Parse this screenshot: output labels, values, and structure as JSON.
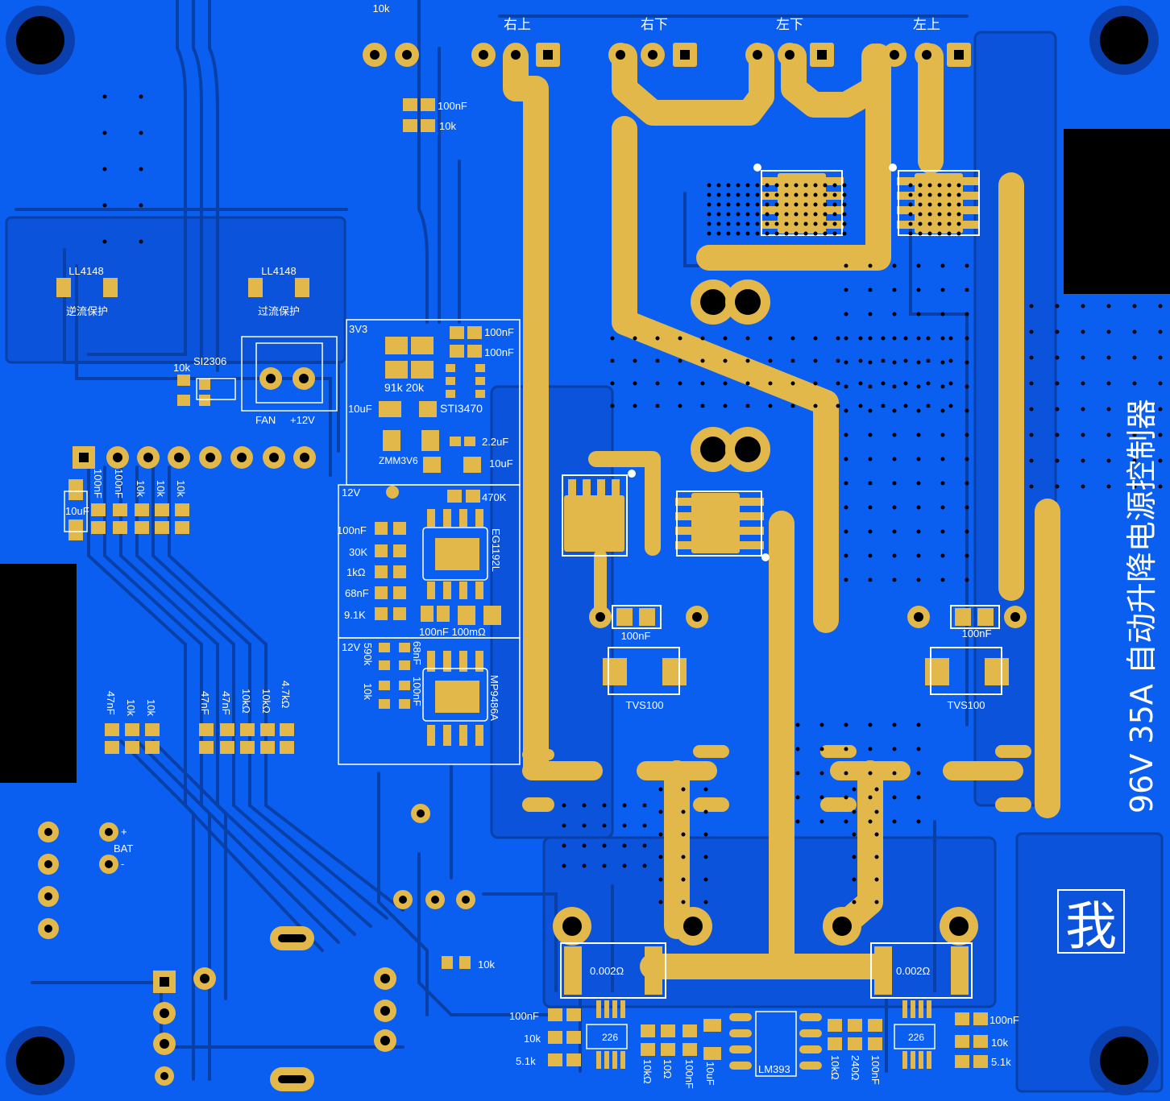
{
  "colors": {
    "board": "#0a5ef0",
    "board_dark": "#0a3fb0",
    "trace": "#0840a8",
    "copper": "#e2b84b",
    "silk": "#ffffff",
    "background": "#000000"
  },
  "title": "96V 35A 自动升降电源控制器",
  "logo_char": "我",
  "outputs": [
    "右上",
    "右下",
    "左下",
    "左上"
  ],
  "top_resistor": "10k",
  "diodes": [
    {
      "part": "LL4148",
      "note": "逆流保护"
    },
    {
      "part": "LL4148",
      "note": "过流保护"
    }
  ],
  "fan": {
    "mosfet": "SI2306",
    "resistor": "10k",
    "label_fan": "FAN",
    "label_v": "+12V"
  },
  "top_caps": [
    "100nF",
    "10k"
  ],
  "section_3v3": {
    "name": "3V3",
    "caps": [
      "100nF",
      "100nF"
    ],
    "resistors": "91k 20k",
    "ic": "STI3470",
    "cap_in": "10uF",
    "zener": "ZMM3V6",
    "cap_a": "2.2uF",
    "cap_b": "10uF"
  },
  "section_12v_a": {
    "name": "12V",
    "r_top": "470K",
    "ic": "EG1192L",
    "parts": [
      "100nF",
      "30K",
      "1kΩ",
      "68nF",
      "9.1K"
    ],
    "bottom": "100nF 100mΩ"
  },
  "section_12v_b": {
    "name": "12V",
    "r1": "590k",
    "r2": "10k",
    "c1": "68nF",
    "c2": "100nF",
    "ic": "MP9486A"
  },
  "left_group": {
    "cap": "10uF",
    "values": [
      "100nF",
      "100nF",
      "10k",
      "10k",
      "10k"
    ]
  },
  "group_a": [
    "47nF",
    "10k",
    "10k"
  ],
  "group_b": [
    "47nF",
    "47nF",
    "10kΩ",
    "10kΩ",
    "4.7kΩ"
  ],
  "battery": {
    "label": "BAT",
    "plus": "+",
    "minus": "-"
  },
  "tvs": [
    {
      "part": "TVS100",
      "cap": "100nF"
    },
    {
      "part": "TVS100",
      "cap": "100nF"
    }
  ],
  "shunts": [
    "0.002Ω",
    "0.002Ω"
  ],
  "r_10k_mid": "10k",
  "bottom_left": [
    "100nF",
    "10k",
    "5.1k"
  ],
  "bottom_right": [
    "100nF",
    "10k",
    "5.1k"
  ],
  "amp": "226",
  "comparator": "LM393",
  "bottom_mid": [
    "10kΩ",
    "10Ω",
    "100nF",
    "10uF"
  ],
  "bottom_mid_right": [
    "10kΩ",
    "240Ω",
    "100nF"
  ]
}
